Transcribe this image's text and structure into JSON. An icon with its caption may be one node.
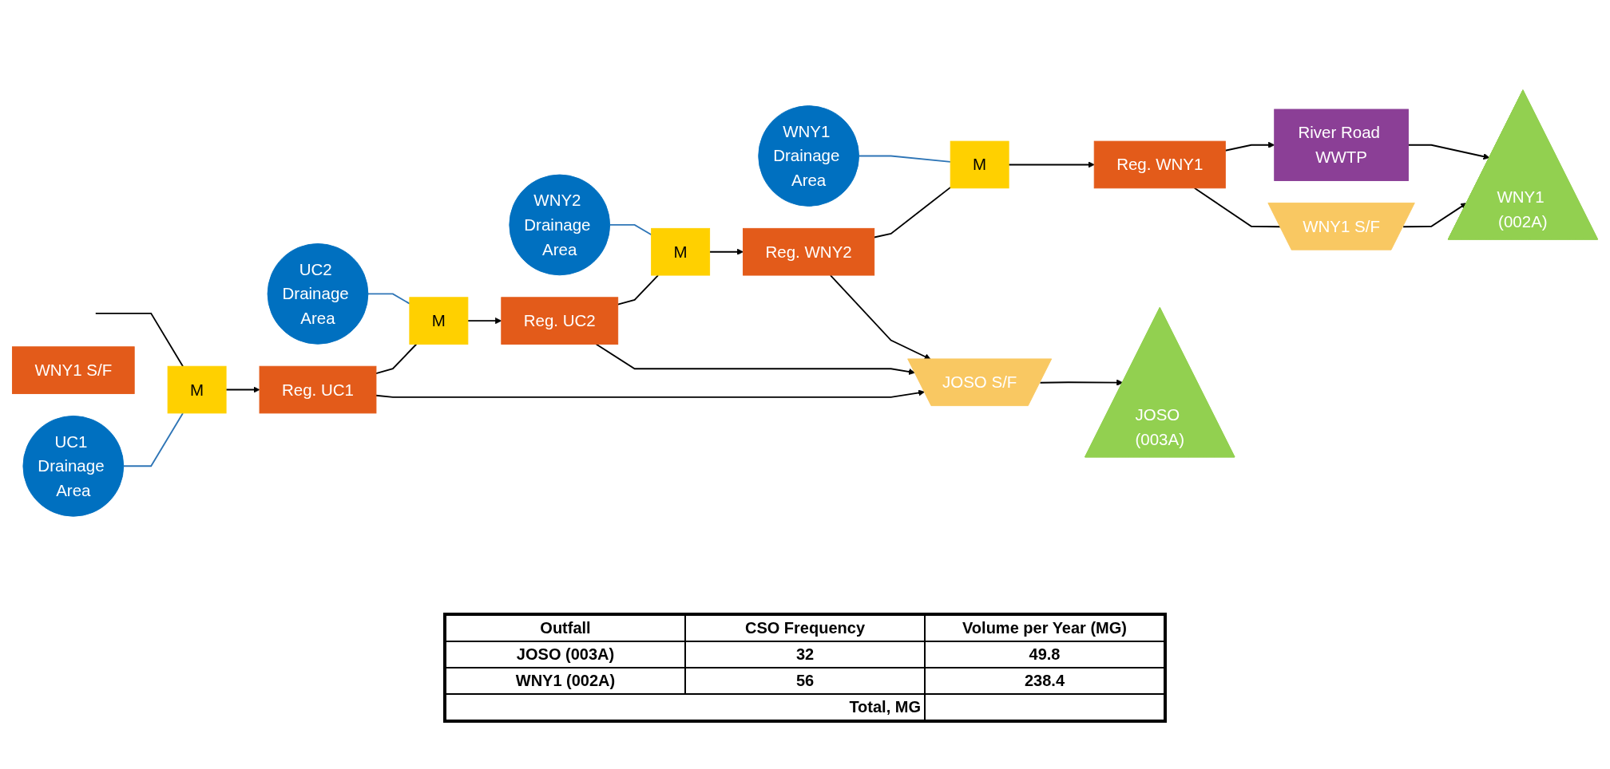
{
  "diagram": {
    "nodes": [
      {
        "text": [
          "UC1 Drainage Area"
        ]
      },
      {
        "text": [
          "UC2 Drainage Area"
        ]
      },
      {
        "text": [
          "WNY2 Drainage Area"
        ]
      },
      {
        "text": [
          "WNY1 Drainage Area"
        ]
      },
      {
        "text": [
          "WNY1 S/F"
        ]
      },
      {
        "text": [
          "M"
        ]
      },
      {
        "text": [
          "Reg. UC1"
        ]
      },
      {
        "text": [
          "M"
        ]
      },
      {
        "text": [
          "Reg. UC2"
        ]
      },
      {
        "text": [
          "M"
        ]
      },
      {
        "text": [
          "Reg. WNY2"
        ]
      },
      {
        "text": [
          "M"
        ]
      },
      {
        "text": [
          "Reg. WNY1"
        ]
      },
      {
        "text": [
          "River Road WWTP"
        ]
      },
      {
        "text": [
          "WNY1 S/F"
        ]
      },
      {
        "text": [
          "JOSO S/F"
        ]
      },
      {
        "text": [
          "JOSO (003A)"
        ]
      },
      {
        "text": [
          "WNY1 (002A)"
        ]
      }
    ],
    "edges": [
      {
        "from": null,
        "to": 5,
        "arrow": "none"
      },
      {
        "from": 0,
        "to": 5,
        "arrow": "none",
        "color": "#2e75b6"
      },
      {
        "from": 5,
        "to": 6,
        "arrow": "to"
      },
      {
        "from": 6,
        "to": 7,
        "arrow": "none"
      },
      {
        "from": 1,
        "to": 7,
        "arrow": "none",
        "color": "#2e75b6"
      },
      {
        "from": 7,
        "to": 8,
        "arrow": "to"
      },
      {
        "from": 8,
        "to": 9,
        "arrow": "none"
      },
      {
        "from": 2,
        "to": 9,
        "arrow": "none",
        "color": "#2e75b6"
      },
      {
        "from": 9,
        "to": 10,
        "arrow": "to"
      },
      {
        "from": 10,
        "to": 11,
        "arrow": "none"
      },
      {
        "from": 3,
        "to": 11,
        "arrow": "none",
        "color": "#2e75b6"
      },
      {
        "from": 11,
        "to": 12,
        "arrow": "to"
      },
      {
        "from": 12,
        "to": 13,
        "arrow": "to"
      },
      {
        "from": 6,
        "to": 15,
        "arrow": "to"
      },
      {
        "from": 8,
        "to": 15,
        "arrow": "to"
      },
      {
        "from": 10,
        "to": 15,
        "arrow": "to"
      },
      {
        "from": 12,
        "to": 14,
        "arrow": "none"
      },
      {
        "from": 14,
        "to": 17,
        "arrow": "to"
      },
      {
        "from": 13,
        "to": 17,
        "arrow": "to"
      },
      {
        "from": 15,
        "to": 16,
        "arrow": "to"
      }
    ],
    "labels": [
      "Outfall",
      "CSO Frequency",
      "Volume per Year (MG)",
      "JOSO (003A)",
      "32",
      "49.8",
      "WNY1 (002A)",
      "56",
      "238.4",
      "Total, MG"
    ]
  }
}
